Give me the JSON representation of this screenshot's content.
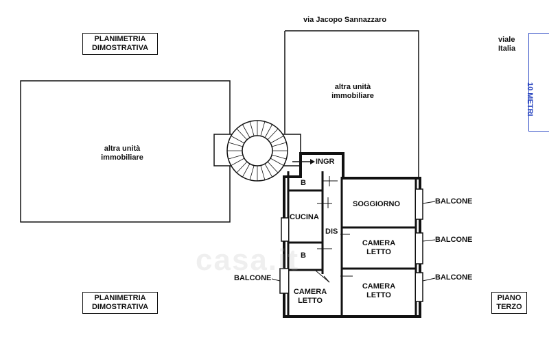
{
  "street_top": "via Jacopo Sannazzaro",
  "street_right": "viale\nItalia",
  "title_top": "PLANIMETRIA\nDIMOSTRATIVA",
  "title_bottom": "PLANIMETRIA\nDIMOSTRATIVA",
  "floor_label": "PIANO\nTERZO",
  "scale_label": "10 METRI",
  "watermark": "casa.it",
  "other_units": {
    "left": "altra unità\nimmobiliare",
    "top": "altra unità\nimmobiliare"
  },
  "rooms": {
    "ingr": "INGR",
    "bagno_1": "B",
    "bagno_2": "B",
    "cucina": "CUCINA",
    "dis": "DIS",
    "soggiorno": "SOGGIORNO",
    "camera_1": "CAMERA\nLETTO",
    "camera_2": "CAMERA\nLETTO",
    "camera_3": "CAMERA\nLETTO"
  },
  "balconies": [
    "BALCONE",
    "BALCONE",
    "BALCONE",
    "BALCONE"
  ]
}
